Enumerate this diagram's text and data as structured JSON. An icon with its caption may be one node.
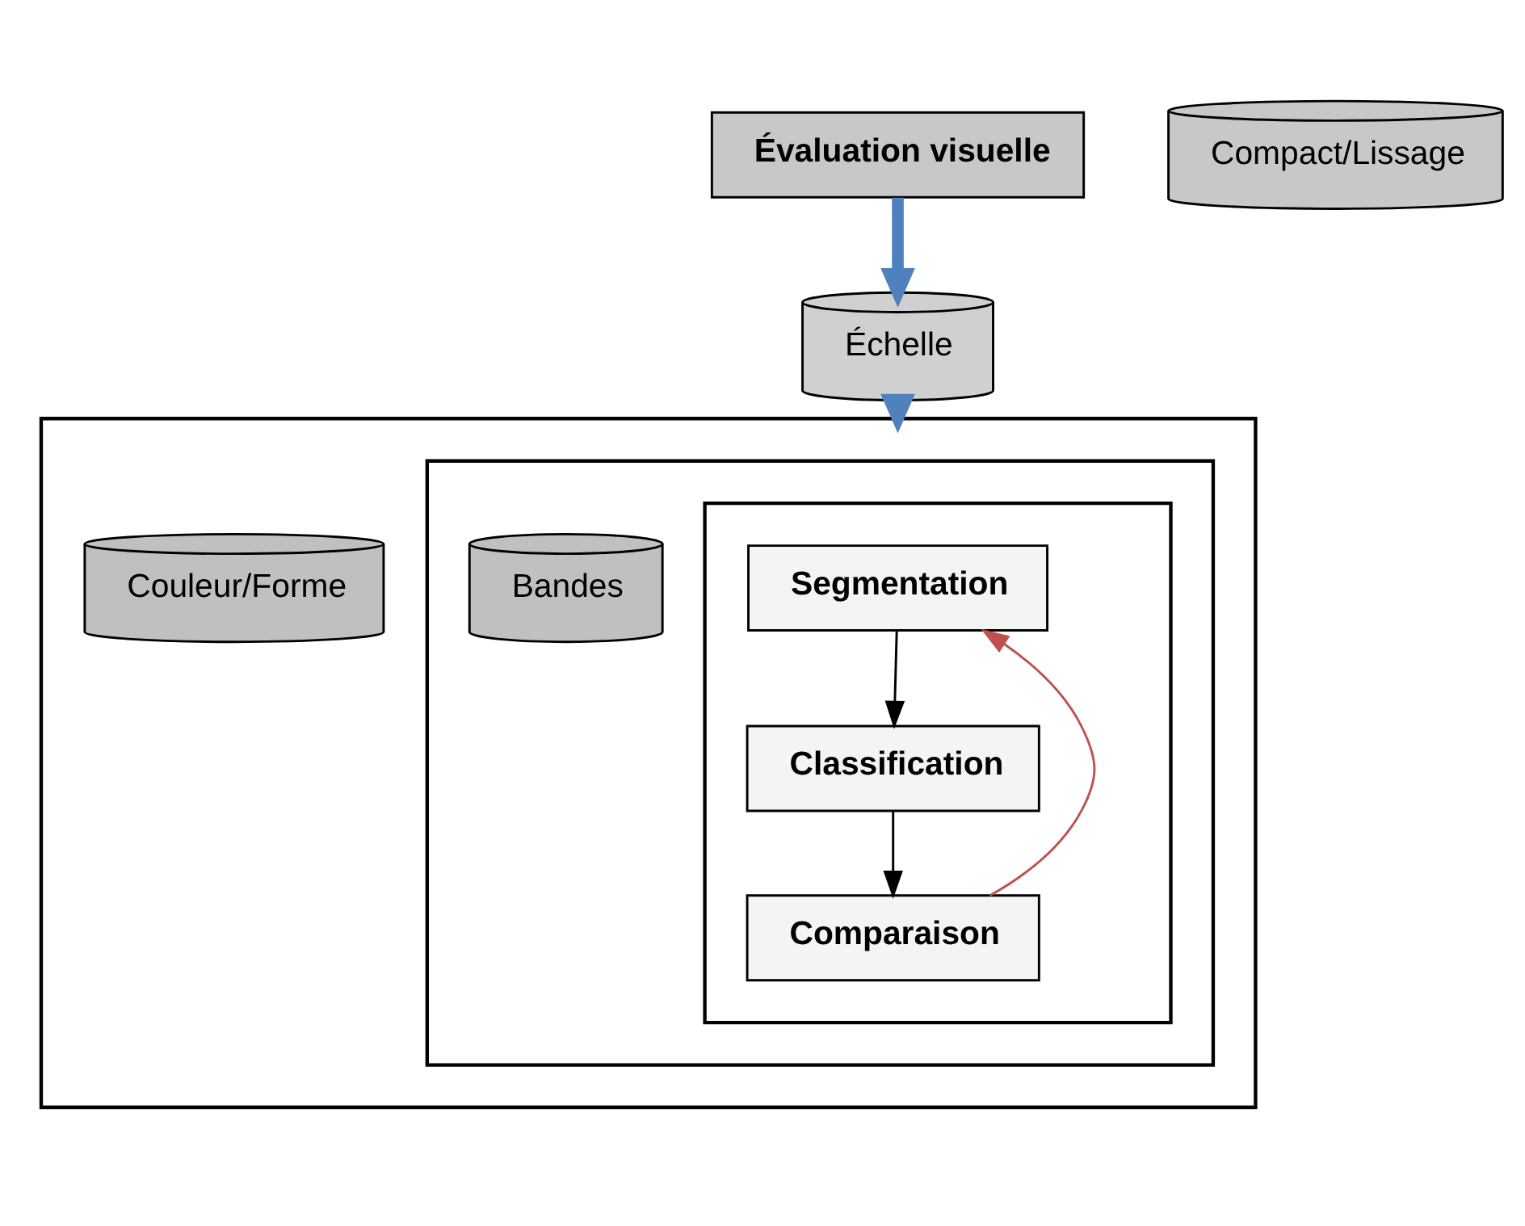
{
  "diagram": {
    "nodes": [
      {
        "text": [
          "Évaluation visuelle"
        ]
      },
      {
        "text": [
          "Échelle"
        ]
      },
      {
        "text": [],
        "shape": "box"
      },
      {
        "text": [],
        "shape": "box",
        "in": 2
      },
      {
        "text": [],
        "shape": "box",
        "in": 3
      },
      {
        "text": [
          "Segmentation"
        ],
        "in": 4
      },
      {
        "text": [
          "Classification"
        ],
        "in": 4
      },
      {
        "text": [
          "Comparaison"
        ],
        "in": 4
      },
      {
        "text": [
          "Bandes"
        ],
        "in": 3
      },
      {
        "text": [
          "Couleur/Forme"
        ],
        "in": 2
      },
      {
        "text": [
          "Compact/Lissage"
        ]
      }
    ],
    "edges": [
      {
        "from": 0,
        "to": 1,
        "arrow": "to",
        "style": "thick",
        "color": "#4f81bd"
      },
      {
        "from": 1,
        "to": 2,
        "arrow": "to",
        "style": "thick",
        "color": "#4f81bd"
      },
      {
        "from": 5,
        "to": 6,
        "arrow": "to"
      },
      {
        "from": 6,
        "to": 7,
        "arrow": "to"
      },
      {
        "from": 7,
        "to": 5,
        "arrow": "to",
        "color": "#c0504d"
      }
    ]
  }
}
